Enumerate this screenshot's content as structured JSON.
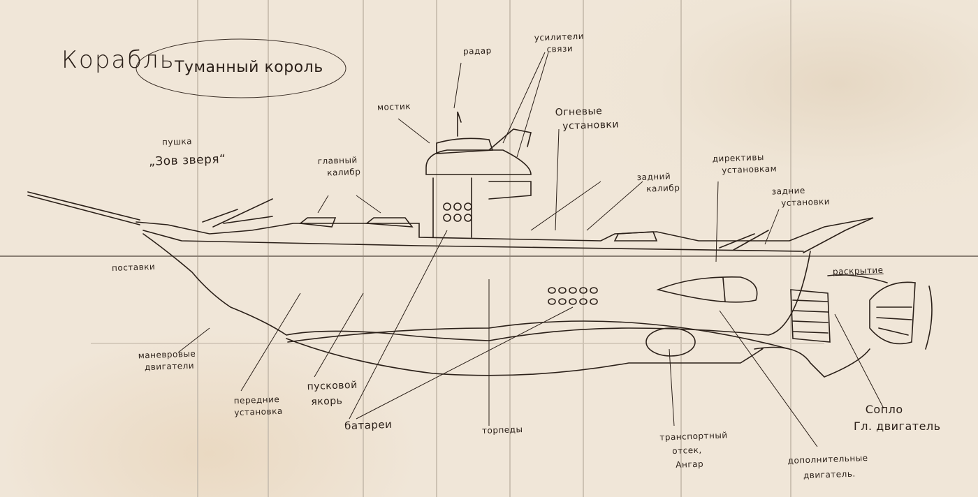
{
  "title": {
    "word": "Корабль",
    "name": "Туманный король"
  },
  "labels": {
    "cannon_1": "пушка",
    "cannon_2": "„Зов зверя“",
    "main_caliber": "главный\n   калибр",
    "bridge": "мостик",
    "radar": "радар",
    "comm_amplifiers": "усилители\n    связи",
    "fire_mounts": "Огневые\n  установки",
    "rear_caliber": "задний\n   калибр",
    "directives": "директивы\n   установкам",
    "rear_mounts": "задние\n   установки",
    "supports": "поставки",
    "opening": "раскрытие",
    "maneuver_engines": "маневровые\n  двигатели",
    "front_mounts": "передние\nустановка",
    "launch_anchor": "пусковой\n якорь",
    "batteries": "батареи",
    "torpedoes": "торпеды",
    "hangar": "транспортный\n    отсек,\n     Ангар",
    "extra_engine": "дополнительные\n     двигатель.",
    "nozzle": "   Сопло\nГл. двигатель"
  },
  "colors": {
    "ink": "#2b2019",
    "paper": "#f0e6d8",
    "grid": "#cfc4b6"
  }
}
